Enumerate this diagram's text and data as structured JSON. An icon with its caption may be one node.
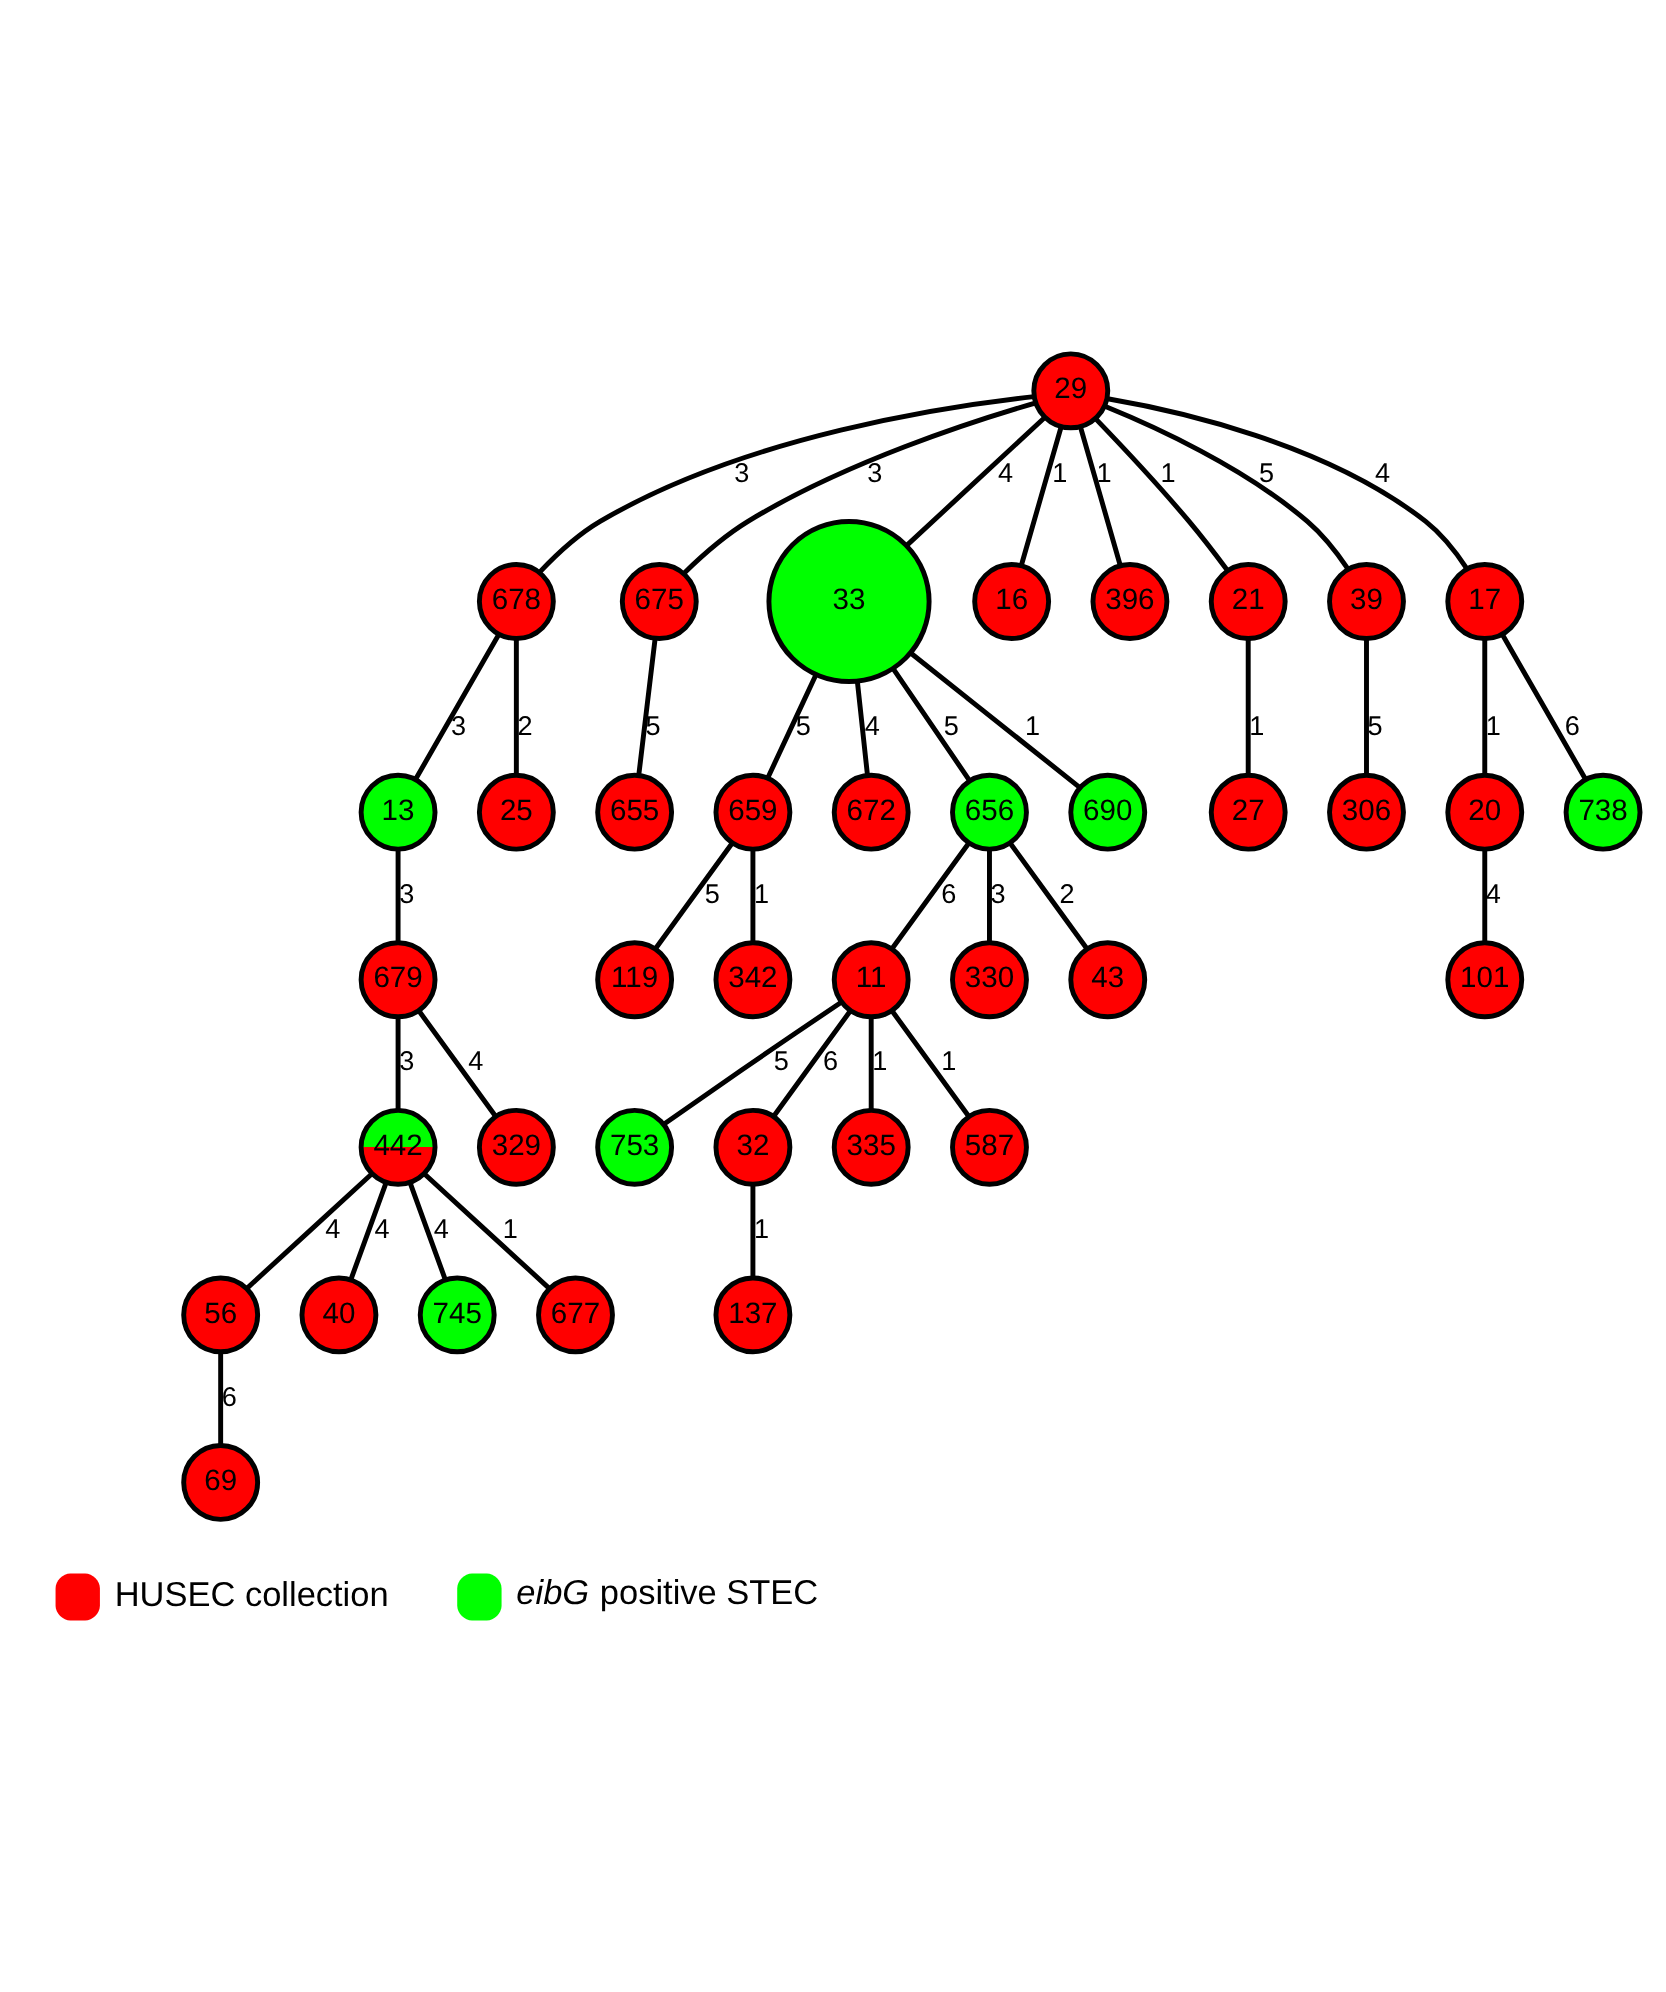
{
  "diagram": {
    "nodes": [
      {
        "text": [
          "69"
        ]
      },
      {
        "text": [
          "56"
        ]
      },
      {
        "text": [
          "40"
        ]
      },
      {
        "text": [
          "745"
        ]
      },
      {
        "text": [
          "137"
        ]
      },
      {
        "text": [
          "753"
        ]
      },
      {
        "text": [
          "442"
        ]
      },
      {
        "text": [
          "677"
        ]
      },
      {
        "text": [
          "32"
        ]
      },
      {
        "text": [
          "335"
        ]
      },
      {
        "text": [
          "11"
        ]
      },
      {
        "text": [
          "587"
        ]
      },
      {
        "text": [
          "329"
        ]
      },
      {
        "text": [
          "679"
        ]
      },
      {
        "text": [
          "119"
        ]
      },
      {
        "text": [
          "342"
        ]
      },
      {
        "text": [
          "659"
        ]
      },
      {
        "text": [
          "13"
        ]
      },
      {
        "text": [
          "655"
        ]
      },
      {
        "text": [
          "672"
        ]
      },
      {
        "text": [
          "656"
        ]
      },
      {
        "text": [
          "330"
        ]
      },
      {
        "text": [
          "25"
        ]
      },
      {
        "text": [
          "678"
        ]
      },
      {
        "text": [
          "675"
        ]
      },
      {
        "text": [
          "33"
        ]
      },
      {
        "text": [
          "43"
        ]
      },
      {
        "text": [
          "690"
        ]
      },
      {
        "text": [
          "16"
        ]
      },
      {
        "text": [
          "29"
        ]
      },
      {
        "text": [
          "396"
        ]
      },
      {
        "text": [
          "21"
        ]
      },
      {
        "text": [
          "39"
        ]
      },
      {
        "text": [
          "27"
        ]
      },
      {
        "text": [
          "17"
        ]
      },
      {
        "text": [
          "306"
        ]
      },
      {
        "text": [
          "20"
        ]
      },
      {
        "text": [
          "738"
        ]
      },
      {
        "text": [
          "101"
        ]
      }
    ],
    "edges": [
      {
        "from": 0,
        "to": 1,
        "arrow": "none",
        "label": "6"
      },
      {
        "from": 1,
        "to": 6,
        "arrow": "none",
        "label": "4"
      },
      {
        "from": 2,
        "to": 6,
        "arrow": "none",
        "label": "4"
      },
      {
        "from": 3,
        "to": 6,
        "arrow": "none",
        "label": "4"
      },
      {
        "from": 6,
        "to": 7,
        "arrow": "none",
        "label": "1"
      },
      {
        "from": 6,
        "to": 13,
        "arrow": "none",
        "label": "3"
      },
      {
        "from": 12,
        "to": 13,
        "arrow": "none",
        "label": "4"
      },
      {
        "from": 13,
        "to": 17,
        "arrow": "none",
        "label": "3"
      },
      {
        "from": 17,
        "to": 23,
        "arrow": "none",
        "label": "3"
      },
      {
        "from": 22,
        "to": 23,
        "arrow": "none",
        "label": "2"
      },
      {
        "from": 23,
        "to": 29,
        "arrow": "none",
        "label": "3"
      },
      {
        "from": 18,
        "to": 24,
        "arrow": "none",
        "label": "5"
      },
      {
        "from": 24,
        "to": 29,
        "arrow": "none",
        "label": "3"
      },
      {
        "from": 29,
        "to": 25,
        "arrow": "none",
        "label": "4"
      },
      {
        "from": 14,
        "to": 16,
        "arrow": "none",
        "label": "5"
      },
      {
        "from": 15,
        "to": 16,
        "arrow": "none",
        "label": "1"
      },
      {
        "from": 16,
        "to": 25,
        "arrow": "none",
        "label": "5"
      },
      {
        "from": 19,
        "to": 25,
        "arrow": "none",
        "label": "4"
      },
      {
        "from": 25,
        "to": 20,
        "arrow": "none",
        "label": "5"
      },
      {
        "from": 25,
        "to": 27,
        "arrow": "none",
        "label": "1"
      },
      {
        "from": 20,
        "to": 21,
        "arrow": "none",
        "label": "3"
      },
      {
        "from": 20,
        "to": 26,
        "arrow": "none",
        "label": "2"
      },
      {
        "from": 20,
        "to": 10,
        "arrow": "none",
        "label": "6"
      },
      {
        "from": 5,
        "to": 10,
        "arrow": "none",
        "label": "5"
      },
      {
        "from": 9,
        "to": 10,
        "arrow": "none",
        "label": "1"
      },
      {
        "from": 10,
        "to": 11,
        "arrow": "none",
        "label": "1"
      },
      {
        "from": 10,
        "to": 8,
        "arrow": "none",
        "label": "6"
      },
      {
        "from": 8,
        "to": 4,
        "arrow": "none",
        "label": "1"
      },
      {
        "from": 28,
        "to": 29,
        "arrow": "none",
        "label": "1"
      },
      {
        "from": 29,
        "to": 30,
        "arrow": "none",
        "label": "1"
      },
      {
        "from": 29,
        "to": 31,
        "arrow": "none",
        "label": "1"
      },
      {
        "from": 31,
        "to": 33,
        "arrow": "none",
        "label": "1"
      },
      {
        "from": 29,
        "to": 32,
        "arrow": "none",
        "label": "5"
      },
      {
        "from": 32,
        "to": 35,
        "arrow": "none",
        "label": "5"
      },
      {
        "from": 29,
        "to": 34,
        "arrow": "none",
        "label": "4"
      },
      {
        "from": 34,
        "to": 36,
        "arrow": "none",
        "label": "1"
      },
      {
        "from": 36,
        "to": 38,
        "arrow": "none",
        "label": "4"
      },
      {
        "from": 34,
        "to": 37,
        "arrow": "none",
        "label": "6"
      }
    ],
    "legend": [
      {
        "text": "HUSEC collection",
        "color": "#ff0000"
      },
      {
        "text": "*eibG* positive STEC",
        "color": "#00ff00"
      }
    ]
  }
}
